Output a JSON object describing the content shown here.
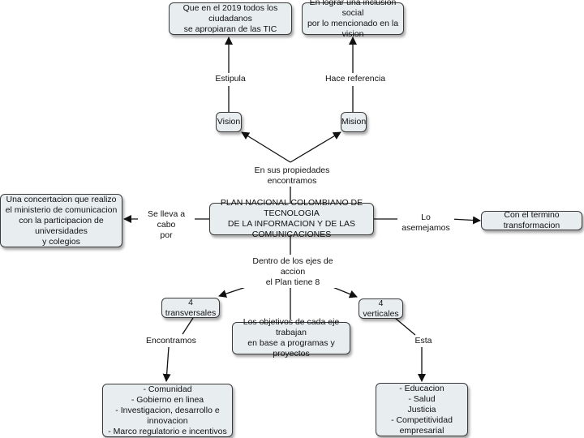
{
  "concepts": {
    "main": "PLAN NACIONAL COLOMBIANO DE TECNOLOGIA\nDE LA INFORMACION Y DE LAS COMUNICACIONES",
    "vision": "Vision",
    "mision": "Mision",
    "vision_goal": "Que en el 2019 todos los ciudadanos\nse apropiaran de las TIC",
    "mision_goal": "En lograr una inclusion social\npor lo mencionado en la vision",
    "concertacion": "Una concertacion que realizo\nel ministerio de comunicacion\ncon la participacion de universidades\ny colegios",
    "transformacion": "Con el termino transformacion",
    "transversales": "4 transversales",
    "verticales": "4 verticales",
    "objetivos": "Los objetivos de cada eje trabajan\nen base a programas y proyectos",
    "transversales_list": "- Comunidad\n- Gobierno en linea\n- Investigacion, desarrollo e innovacion\n- Marco regulatorio e incentivos",
    "verticales_list": "- Educacion\n- Salud\nJusticia\n- Competitividad empresarial"
  },
  "link_labels": {
    "propiedades": "En sus propiedades encontramos",
    "estipula": "Estipula",
    "hace_referencia": "Hace referencia",
    "se_lleva": "Se lleva a cabo\npor",
    "asemejamos": "Lo asemejamos",
    "ejes": "Dentro de los ejes de accion\nel Plan tiene 8",
    "encontramos": "Encontramos",
    "esta": "Esta"
  },
  "colors": {
    "node_fill": "#e8edf0",
    "line": "#111111"
  }
}
